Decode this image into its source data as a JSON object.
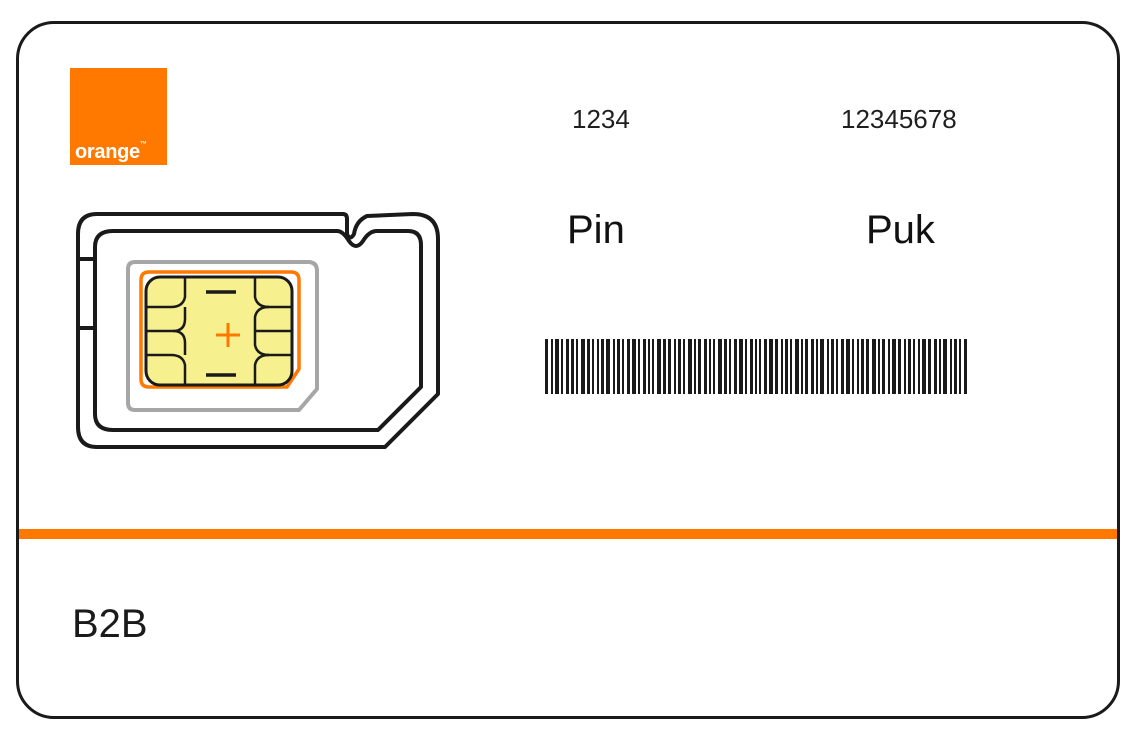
{
  "brand": {
    "name": "orange",
    "trademark": "™",
    "color": "#ff7900"
  },
  "sim_card": {
    "pin_value": "1234",
    "puk_value": "12345678",
    "pin_label": "Pin",
    "puk_label": "Puk",
    "segment_label": "B2B",
    "chip_icon": "sim-chip-icon",
    "barcode_icon": "barcode-icon"
  },
  "colors": {
    "accent": "#ff7900",
    "chip_gold": "#f7f08f",
    "outline": "#1a1a1a",
    "nano_outline": "#a6a6a6"
  }
}
